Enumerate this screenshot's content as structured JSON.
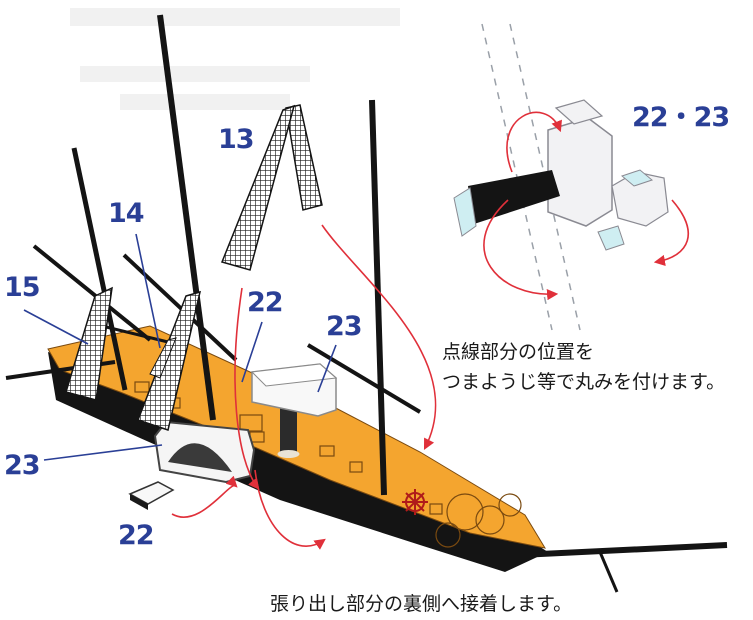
{
  "labels": {
    "n13": "13",
    "n14": "14",
    "n15": "15",
    "n22_upper": "22",
    "n22_lower": "22",
    "n23_right": "23",
    "n23_left": "23",
    "n22_23": "22・23"
  },
  "notes": {
    "round_line1": "点線部分の位置を",
    "round_line2": "つまようじ等で丸みを付けます。",
    "glue": "張り出し部分の裏側へ接着します。"
  },
  "colors": {
    "label_blue": "#2a3f96",
    "arrow_red": "#e0303a",
    "deck_orange": "#f4a52f",
    "hull_black": "#141414",
    "part_cyan": "#cfeef2"
  }
}
